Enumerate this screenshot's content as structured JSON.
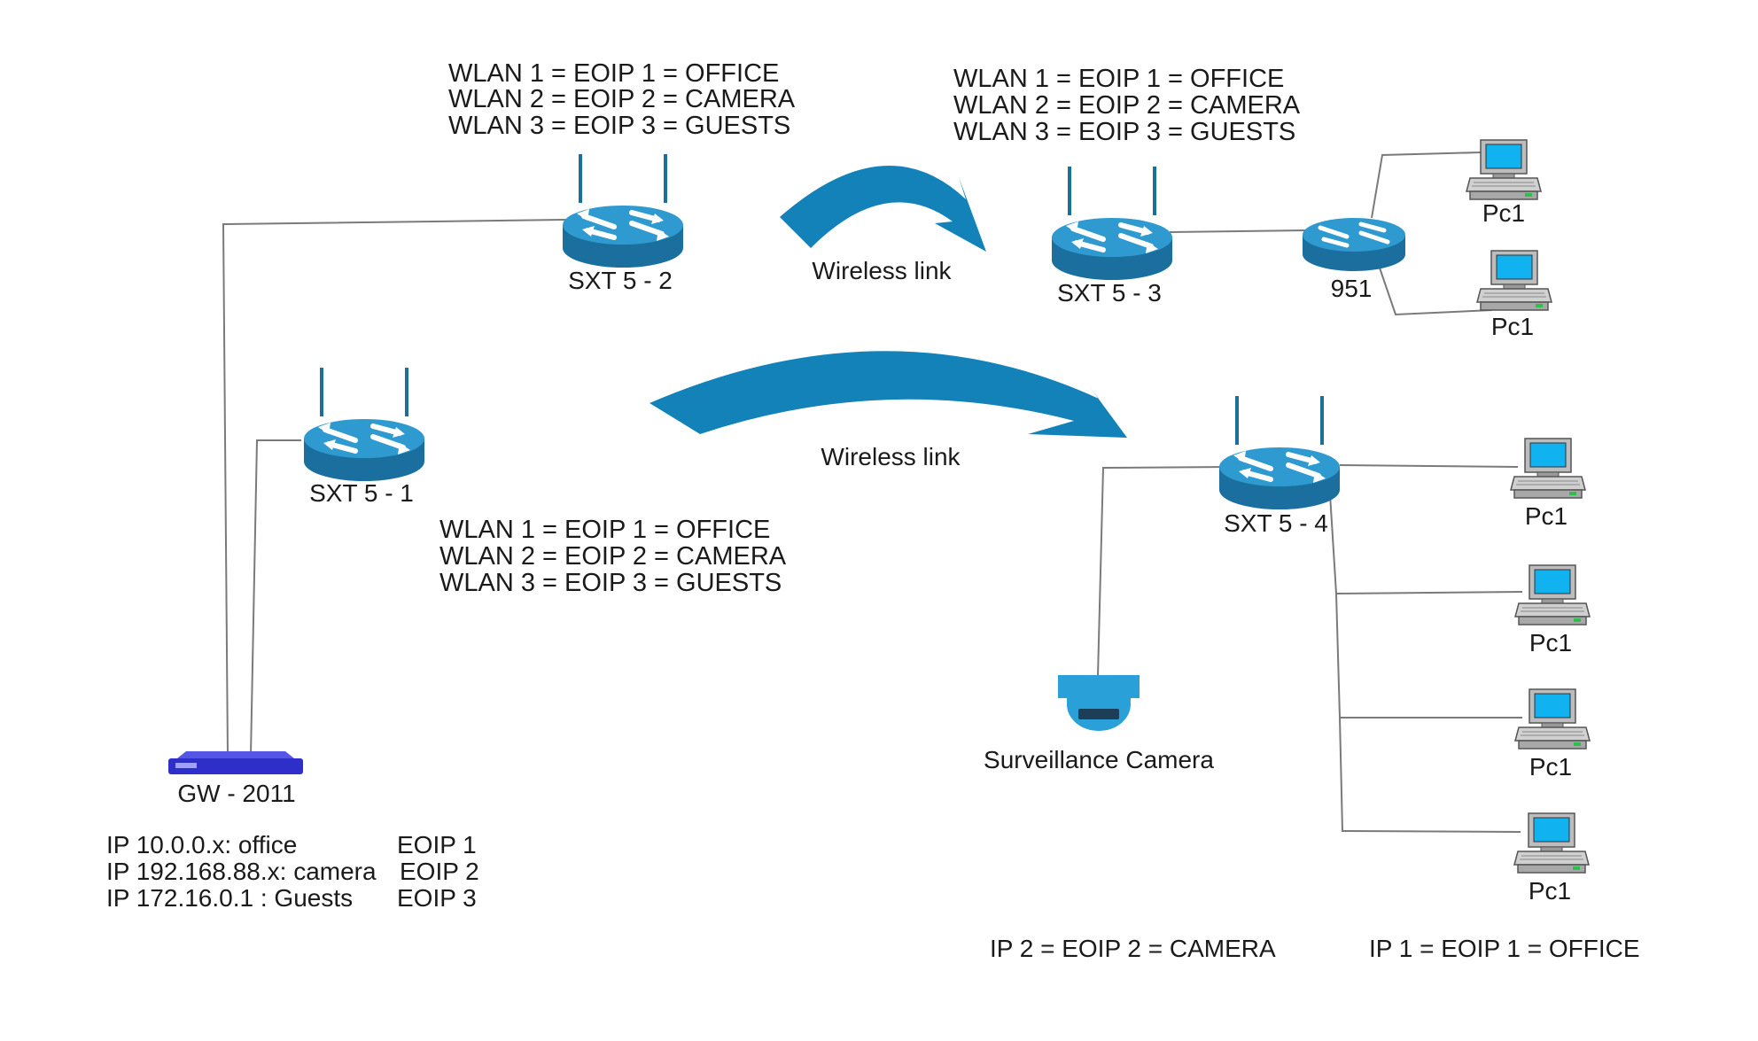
{
  "config_lines": [
    "WLAN 1 = EOIP 1 = OFFICE",
    "WLAN 2 = EOIP 2 = CAMERA",
    "WLAN 3 = EOIP 3 = GUESTS"
  ],
  "routers": {
    "sxt2": "SXT 5 - 2",
    "sxt3": "SXT 5 - 3",
    "r951": "951",
    "sxt1": "SXT 5 - 1",
    "sxt4": "SXT 5 - 4"
  },
  "gateway": {
    "label": "GW - 2011",
    "ip_rows": [
      {
        "ip": "IP 10.0.0.x: office",
        "eoip": "EOIP 1"
      },
      {
        "ip": "IP 192.168.88.x: camera",
        "eoip": "EOIP 2"
      },
      {
        "ip": "IP 172.16.0.1 : Guests",
        "eoip": "EOIP 3"
      }
    ]
  },
  "wireless_link_label": "Wireless link",
  "pc_label": "Pc1",
  "camera_label": "Surveillance Camera",
  "footer": {
    "camera_note": "IP 2 = EOIP 2 = CAMERA",
    "office_note": "IP 1 = EOIP 1 = OFFICE"
  },
  "colors": {
    "router_body": "#1f80b4",
    "router_top": "#2f9ad0",
    "arrow": "#1282b8",
    "gateway": "#2e2fc9",
    "pc_screen": "#11b2f0",
    "camera": "#29a0d8"
  }
}
